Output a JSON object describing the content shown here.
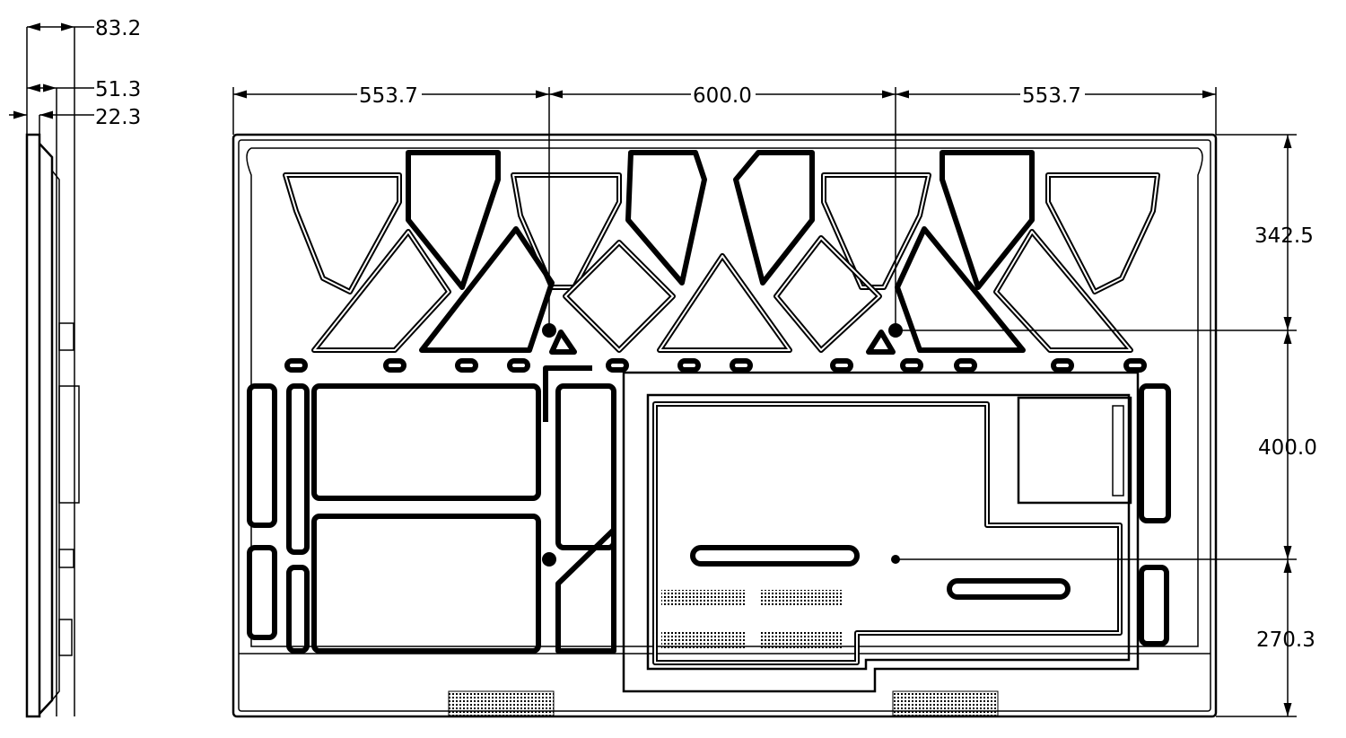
{
  "side_view": {
    "dimensions": [
      "83.2",
      "51.3",
      "22.3"
    ]
  },
  "rear_view": {
    "horizontal_dimensions": [
      "553.7",
      "600.0",
      "553.7"
    ],
    "vertical_dimensions": [
      "342.5",
      "400.0",
      "270.3"
    ]
  }
}
